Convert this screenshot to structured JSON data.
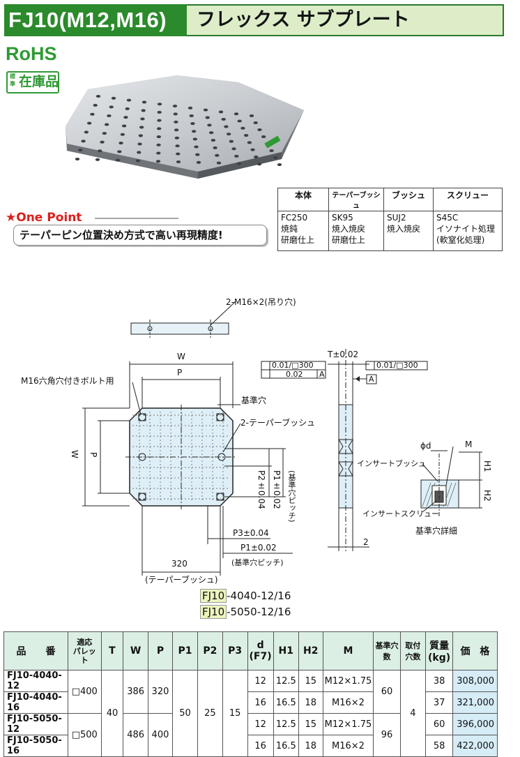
{
  "header": {
    "code": "FJ10(M12,M16)",
    "title": "フレックス サブプレート"
  },
  "badges": {
    "rohs": "RoHS",
    "stock_small": "標準",
    "stock": "在庫品"
  },
  "materials": {
    "headers": [
      "本体",
      "テーパーブッシュ",
      "ブッシュ",
      "スクリュー"
    ],
    "cells": [
      [
        "FC250",
        "焼鈍",
        "研磨仕上"
      ],
      [
        "SK95",
        "焼入焼戻",
        "研磨仕上"
      ],
      [
        "SUJ2",
        "焼入焼戻"
      ],
      [
        "S45C",
        "イソナイト処理",
        "(軟窒化処理)"
      ]
    ]
  },
  "one_point": {
    "title": "★One Point",
    "text": "テーパーピン位置決め方式で高い再現精度!"
  },
  "drawing": {
    "hole_top": "2-M16×2(吊り穴)",
    "W": "W",
    "P": "P",
    "bolt": "M16六角穴付きボルト用",
    "ref_hole": "基準穴",
    "taper": "2-テーパーブッシュ",
    "P2": "P2±0.04",
    "P1v": "P1±0.02",
    "pitch_v": "(基準穴ピッチ)",
    "P3": "P3±0.04",
    "P1h": "P1±0.02",
    "pitch_h": "(基準穴ピッチ)",
    "d320": "320",
    "taper320": "(テーパーブッシュ)",
    "T": "T±0.02",
    "tol1a": "0.01/□300",
    "tol1b": "0.02",
    "tolA": "A",
    "tol2": "0.01/□300",
    "datumA": "A",
    "phid": "ϕd",
    "M": "M",
    "H1": "H1",
    "H2": "H2",
    "insert_bush": "インサートブッシュ",
    "insert_screw": "インサートスクリュー",
    "detail": "基準穴詳細",
    "two": "2",
    "model1_prefix": "FJ10",
    "model1_suffix": "-4040-12/16",
    "model2_prefix": "FJ10",
    "model2_suffix": "-5050-12/16"
  },
  "spec": {
    "headers": {
      "part": "品　　番",
      "pallet": "適応\nパレット",
      "T": "T",
      "W": "W",
      "P": "P",
      "P1": "P1",
      "P2": "P2",
      "P3": "P3",
      "d": "d",
      "d_sub": "(F7)",
      "H1": "H1",
      "H2": "H2",
      "M": "M",
      "ref": "基準穴数",
      "mount": "取付穴数",
      "mass": "質量",
      "mass_sub": "(kg)",
      "price": "価　格"
    },
    "rows": [
      {
        "code": "FJ10-4040-12",
        "d": "12",
        "H1": "12.5",
        "H2": "15",
        "M": "M12×1.75",
        "mass": "38",
        "price": "308,000"
      },
      {
        "code": "FJ10-4040-16",
        "d": "16",
        "H1": "16.5",
        "H2": "18",
        "M": "M16×2",
        "mass": "37",
        "price": "321,000"
      },
      {
        "code": "FJ10-5050-12",
        "d": "12",
        "H1": "12.5",
        "H2": "15",
        "M": "M12×1.75",
        "mass": "60",
        "price": "396,000"
      },
      {
        "code": "FJ10-5050-16",
        "d": "16",
        "H1": "16.5",
        "H2": "18",
        "M": "M16×2",
        "mass": "58",
        "price": "422,000"
      }
    ],
    "groups": {
      "pallet1": "□400",
      "pallet2": "□500",
      "T": "40",
      "W1": "386",
      "P1v1": "320",
      "W2": "486",
      "P1v2": "400",
      "P1": "50",
      "P2": "25",
      "P3": "15",
      "ref1": "60",
      "ref2": "96",
      "mount": "4"
    }
  }
}
